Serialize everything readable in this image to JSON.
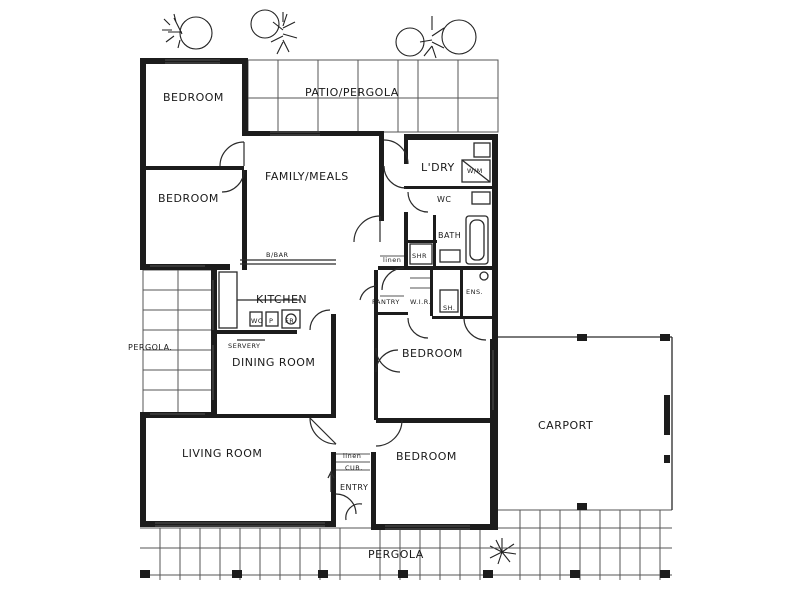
{
  "rooms": {
    "bedroom_nw": "BEDROOM",
    "patio": "PATIO/PERGOLA",
    "family": "FAMILY/MEALS",
    "bedroom_w": "BEDROOM",
    "laundry": "L'DRY",
    "wm": "W/M",
    "wc": "WC",
    "bath": "BATH",
    "linen_top": "linen",
    "shr": "SHR",
    "bbar": "B/BAR",
    "kitchen": "KITCHEN",
    "pantry": "PANTRY",
    "wir": "W.I.R.",
    "ens": "ENS.",
    "sh": "SH.",
    "wo": "WO",
    "p": "P",
    "fr": "FR",
    "servery": "SERVERY",
    "pergola_w": "PERGOLA.",
    "dining": "DINING ROOM",
    "bedroom_mid": "BEDROOM",
    "carport": "CARPORT",
    "living": "LIVING ROOM",
    "linen_entry": "linen",
    "cub": "CUB.",
    "bedroom_se": "BEDROOM",
    "entry": "ENTRY",
    "pergola_s": "PERGOLA"
  }
}
